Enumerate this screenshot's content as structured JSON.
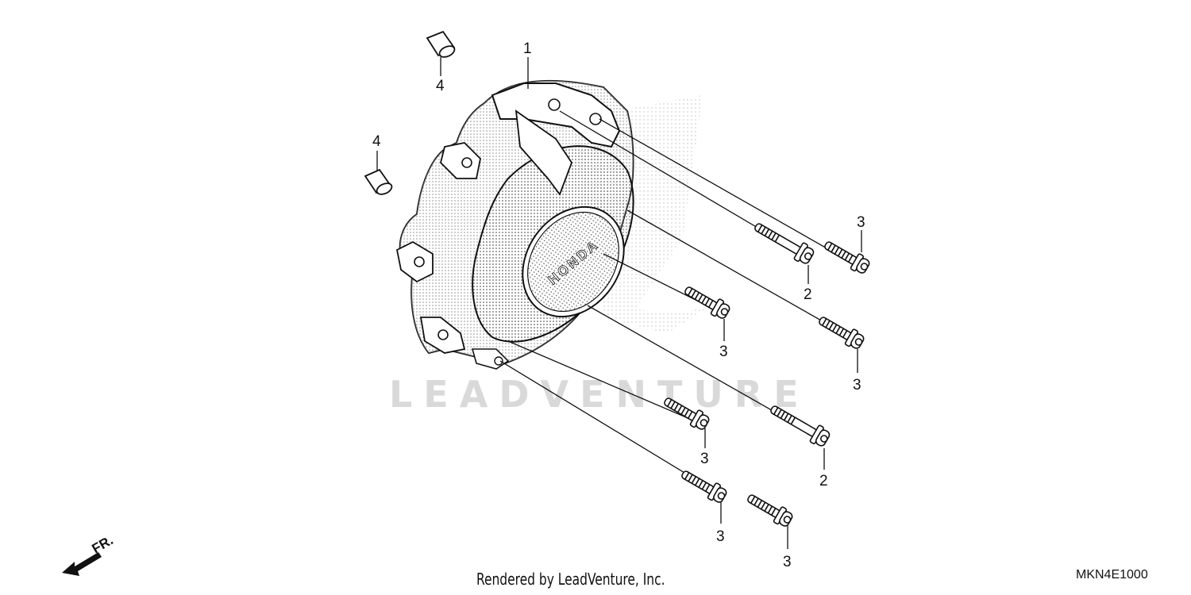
{
  "diagram": {
    "callouts": {
      "c1": "1",
      "c4a": "4",
      "c4b": "4",
      "c3a": "3",
      "c2a": "2",
      "c3b": "3",
      "c3c": "3",
      "c3d": "3",
      "c2b": "2",
      "c3e": "3",
      "c3f": "3"
    },
    "front_marker": "FR.",
    "watermark": "LEADVENTURE",
    "cover_logo": "HONDA"
  },
  "footer": {
    "rendered_by": "Rendered by LeadVenture, Inc.",
    "diagram_code": "MKN4E1000"
  }
}
